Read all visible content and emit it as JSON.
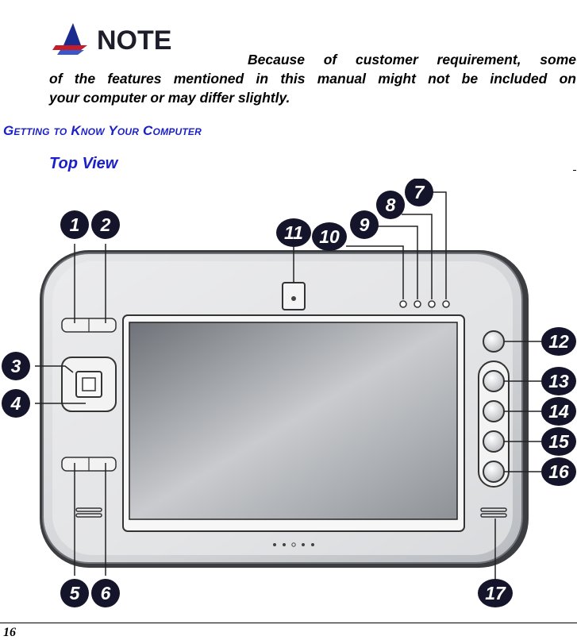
{
  "note": {
    "logo_text": "NOTE",
    "line1": "Because of customer requirement, some",
    "line2": "of the features mentioned in this manual might not be included on",
    "line3": "your computer or may differ slightly."
  },
  "section_heading": "Getting to Know Your Computer",
  "sub_heading": "Top View",
  "callouts": [
    "1",
    "2",
    "3",
    "4",
    "5",
    "6",
    "7",
    "8",
    "9",
    "10",
    "11",
    "12",
    "13",
    "14",
    "15",
    "16",
    "17"
  ],
  "colors": {
    "heading_blue": "#1a1fc8",
    "callout_fill": "#14142a",
    "device_body": "#d7d9dc",
    "bezel": "#ededee"
  },
  "page_number": "16"
}
